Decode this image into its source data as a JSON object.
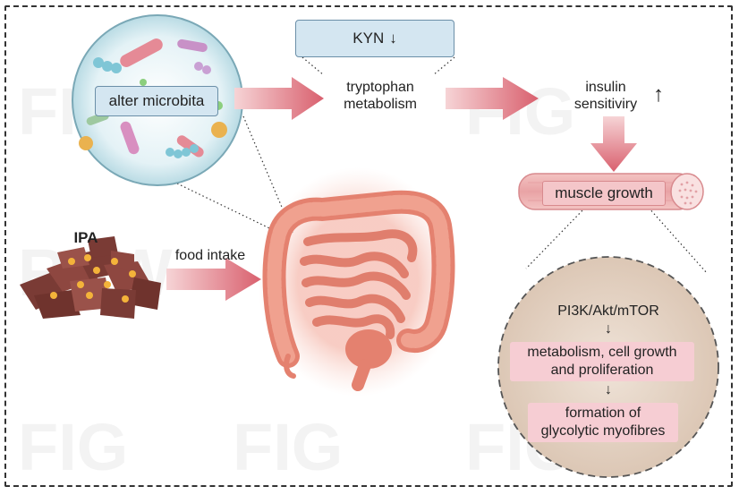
{
  "watermark": {
    "text": "FIG DRAW"
  },
  "nodes": {
    "kyn": {
      "label": "KYN",
      "arrow": "↓"
    },
    "microbiota": {
      "label": "alter microbita"
    },
    "tryptophan": {
      "line1": "tryptophan",
      "line2": "metabolism"
    },
    "insulin": {
      "line1": "insulin",
      "line2": "sensitiviry",
      "arrow": "↑"
    },
    "muscle": {
      "label": "muscle growth"
    },
    "ipa": {
      "label": "IPA"
    },
    "food_intake": {
      "label": "food intake"
    },
    "pathway": {
      "title": "PI3K/Akt/mTOR",
      "step1_line1": "metabolism, cell growth",
      "step1_line2": "and proliferation",
      "step2_line1": "formation of",
      "step2_line2": "glycolytic myofibres",
      "down_arrow": "↓"
    }
  },
  "colors": {
    "arrow": "#d96a76",
    "blue_box": "#d4e6f1",
    "pink_box": "#f6cdd3",
    "pathway_circle": "#e4d4c6",
    "microbiota_circle": "#cfe8ee",
    "intestine": "#e8907a",
    "ipa_pellets": "#7a3b35"
  }
}
